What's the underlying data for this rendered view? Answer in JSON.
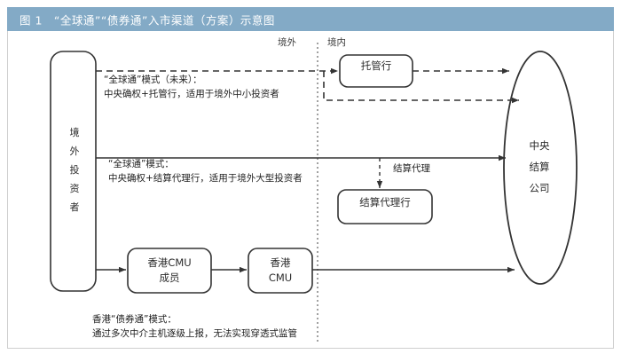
{
  "header": {
    "title": "图 1　“全球通”“债券通”入市渠道（方案）示意图",
    "bar_color": "#83aac6"
  },
  "boundary": {
    "offshore_label": "境外",
    "onshore_label": "境内"
  },
  "nodes": {
    "investor": "境\n外\n投\n资\n者",
    "custodian_bank": "托管行",
    "settlement_agent_bank": "结算代理行",
    "hk_cmu_member": "香港CMU\n成员",
    "hk_cmu": "香港\nCMU",
    "ccdc": "中央\n结算\n公司"
  },
  "edge_labels": {
    "settlement_agent": "结算代理"
  },
  "annotations": {
    "globalbond_future": "“全球通”模式（未来）：\n中央确权+托管行，适用于境外中小投资者",
    "globalbond": "“全球通”模式：\n中央确权+结算代理行，适用于境外大型投资者",
    "hk_bondconnect": "香港“债券通”模式：\n通过多次中介主机逐级上报，无法实现穿透式监管"
  },
  "colors": {
    "stroke": "#333333",
    "frame": "#cfcfcf",
    "text": "#1f1f1f",
    "header_text": "#ffffff"
  }
}
